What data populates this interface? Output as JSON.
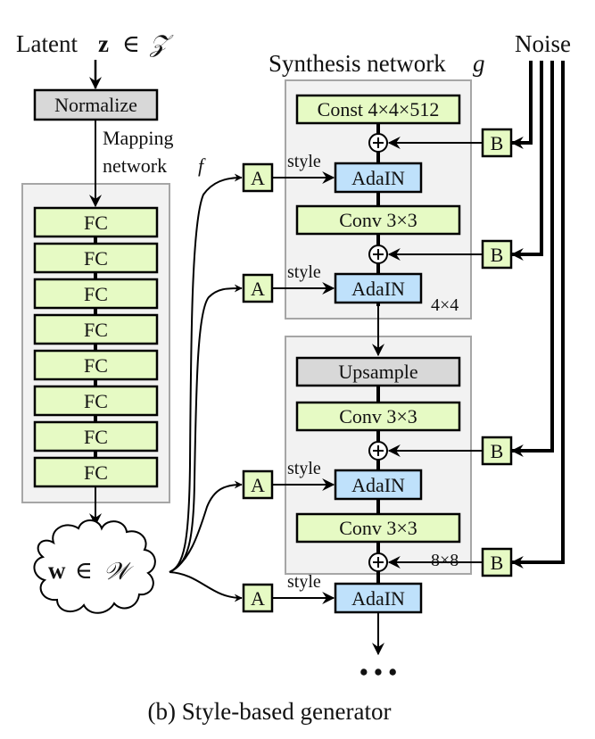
{
  "diagram": {
    "latent_label": "Latent",
    "latent_var": "z",
    "latent_set_symbol": "∈",
    "latent_space": "𝒵",
    "normalize": "Normalize",
    "mapping_label_1": "Mapping",
    "mapping_label_2": "network",
    "mapping_fn": "f",
    "fc_blocks": [
      "FC",
      "FC",
      "FC",
      "FC",
      "FC",
      "FC",
      "FC",
      "FC"
    ],
    "w_var": "w",
    "w_set_symbol": "∈",
    "w_space": "𝒲",
    "synthesis_label": "Synthesis network",
    "synthesis_fn": "g",
    "noise_label": "Noise",
    "const_block": "Const 4×4×512",
    "adain": "AdaIN",
    "conv": "Conv 3×3",
    "upsample": "Upsample",
    "style": "style",
    "affine": "A",
    "noise_broadcast": "B",
    "plus": "+",
    "res_4": "4×4",
    "res_8": "8×8",
    "ellipsis": "• • •",
    "caption": "(b) Style-based generator"
  },
  "colors": {
    "green_block": "#e6fac4",
    "blue_block": "#bfe1fb",
    "gray_block": "#d8d8d8",
    "panel_fill": "#f2f2f2",
    "panel_border": "#a6a6a6",
    "stroke": "#000000"
  }
}
